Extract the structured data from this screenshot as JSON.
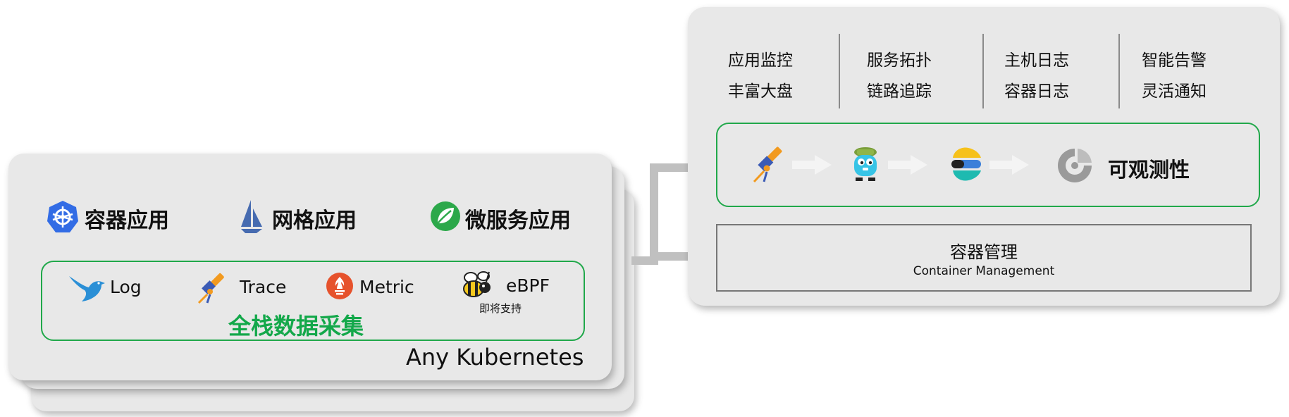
{
  "features": [
    {
      "line1": "应用监控",
      "line2": "丰富大盘"
    },
    {
      "line1": "服务拓扑",
      "line2": "链路追踪"
    },
    {
      "line1": "主机日志",
      "line2": "容器日志"
    },
    {
      "line1": "智能告警",
      "line2": "灵活通知"
    }
  ],
  "observability": {
    "label": "可观测性",
    "icons": [
      "telescope-icon",
      "gopher-mascot-icon",
      "elastic-logo-icon",
      "grafana-logo-icon"
    ]
  },
  "container_management": {
    "zh": "容器管理",
    "en": "Container Management"
  },
  "apps": {
    "k8s": "容器应用",
    "mesh": "网格应用",
    "microservice": "微服务应用"
  },
  "sources": {
    "log": "Log",
    "trace": "Trace",
    "metric": "Metric",
    "ebpf": "eBPF",
    "ebpf_note": "即将支持"
  },
  "collection_title": "全栈数据采集",
  "platform_label": "Any Kubernetes",
  "colors": {
    "green": "#13a84a",
    "panel_bg": "#e8e8e8",
    "arrow": "#c0c0c0",
    "k8s_blue": "#326ce5",
    "prometheus_red": "#e6522c"
  }
}
